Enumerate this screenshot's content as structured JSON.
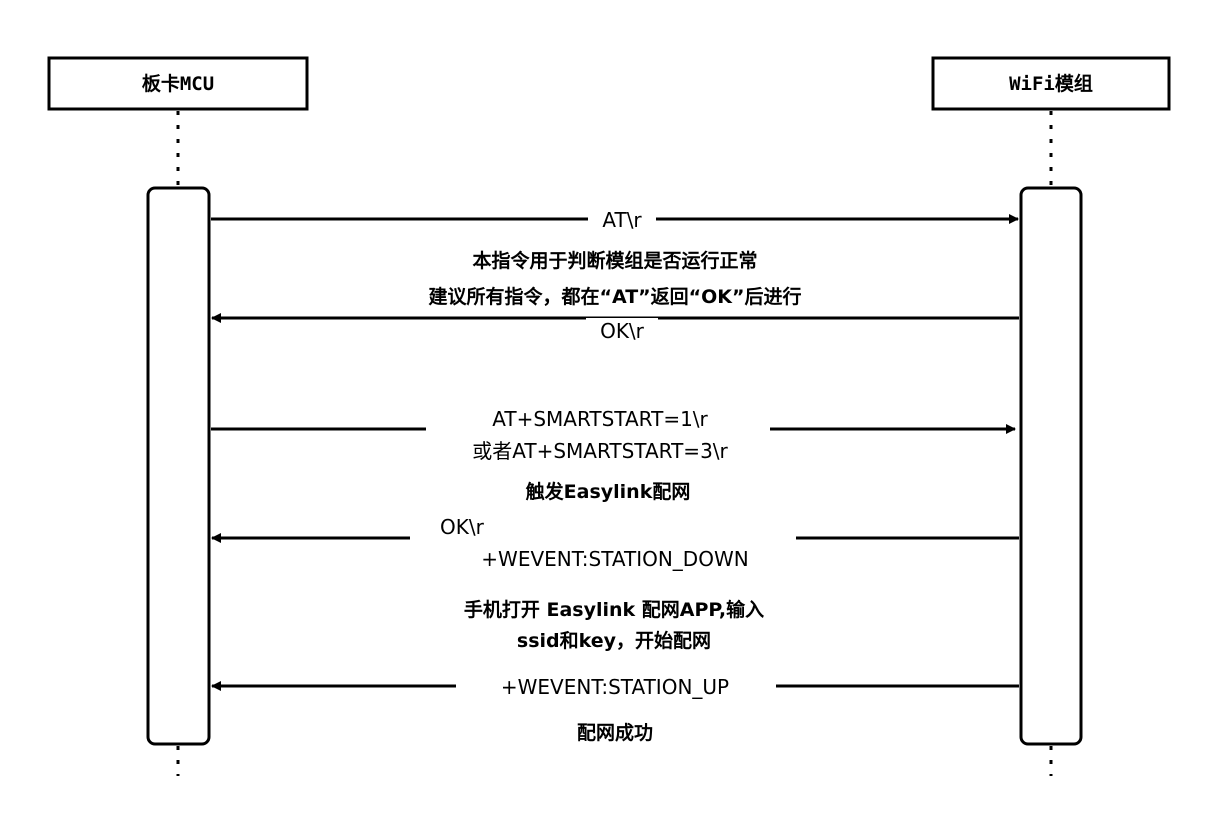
{
  "participants": {
    "left": "板卡MCU",
    "right": "WiFi模组"
  },
  "messages": [
    {
      "direction": "right",
      "lines": [
        "AT\\r"
      ]
    },
    {
      "direction": "left",
      "lines": [
        "OK\\r"
      ]
    },
    {
      "direction": "right",
      "lines": [
        "AT+SMARTSTART=1\\r",
        "或者AT+SMARTSTART=3\\r"
      ]
    },
    {
      "direction": "left",
      "lines": [
        "OK\\r",
        "+WEVENT:STATION_DOWN"
      ]
    },
    {
      "direction": "left",
      "lines": [
        "+WEVENT:STATION_UP"
      ]
    }
  ],
  "notes": [
    [
      "本指令用于判断模组是否运行正常",
      "建议所有指令，都在“AT”返回“OK”后进行"
    ],
    [
      "触发Easylink配网"
    ],
    [
      "手机打开 Easylink 配网APP,输入",
      "ssid和key，开始配网"
    ],
    [
      "配网成功"
    ]
  ]
}
